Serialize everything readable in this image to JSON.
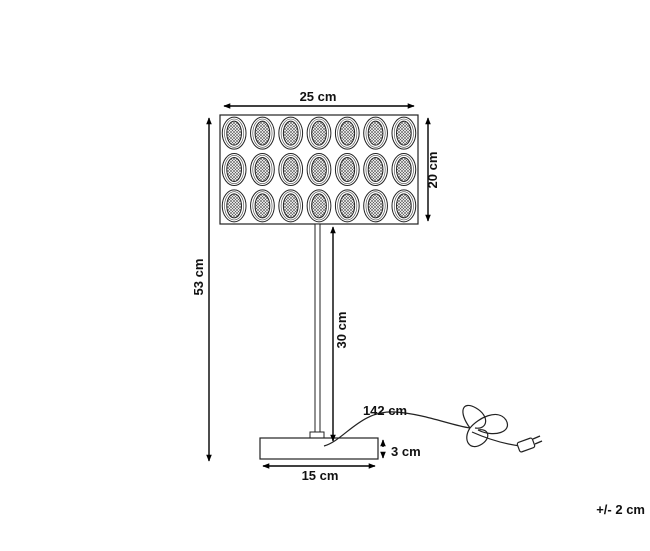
{
  "dimensions": {
    "shade_width": "25 cm",
    "shade_height": "20 cm",
    "total_height": "53 cm",
    "stem_height": "30 cm",
    "cable_length": "142 cm",
    "base_height": "3 cm",
    "base_width": "15 cm"
  },
  "tolerance": "+/- 2 cm"
}
